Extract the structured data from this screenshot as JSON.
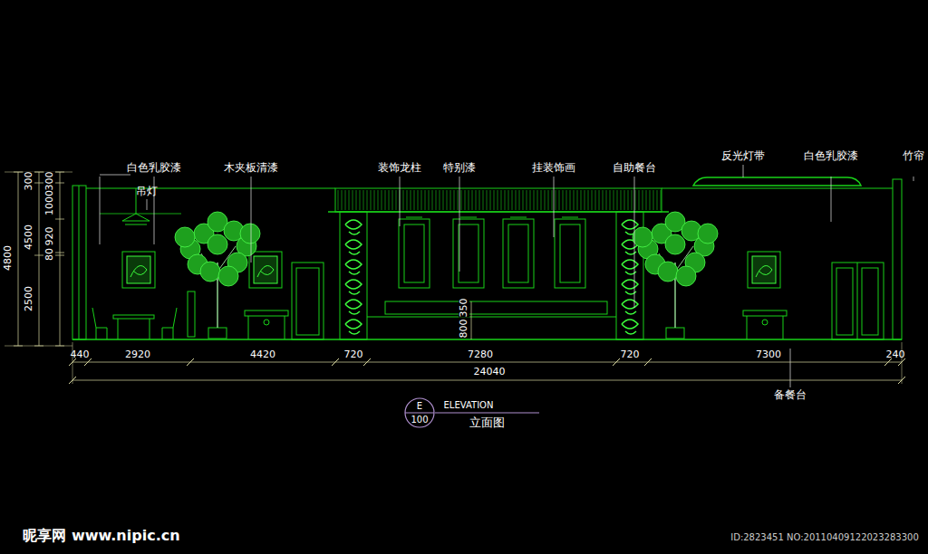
{
  "diagram": {
    "caption": "立面图",
    "nodes": [
      {
        "text": [
          "E",
          "100"
        ]
      }
    ],
    "labels": [
      "白色乳胶漆",
      "吊灯",
      "木夹板清漆",
      "装饰龙柱",
      "特别漆",
      "挂装饰画",
      "自助餐台",
      "反光灯带",
      "白色乳胶漆",
      "竹帘",
      "备餐台",
      "4800",
      "300",
      "4500",
      "2500",
      "300",
      "1000",
      "920",
      "80",
      "800",
      "350",
      "440",
      "2920",
      "4420",
      "720",
      "7280",
      "720",
      "7300",
      "240",
      "24040",
      "ELEVATION",
      "昵享网 www.nipic.cn",
      "ID:2823451 NO:20110409122023283300"
    ]
  }
}
